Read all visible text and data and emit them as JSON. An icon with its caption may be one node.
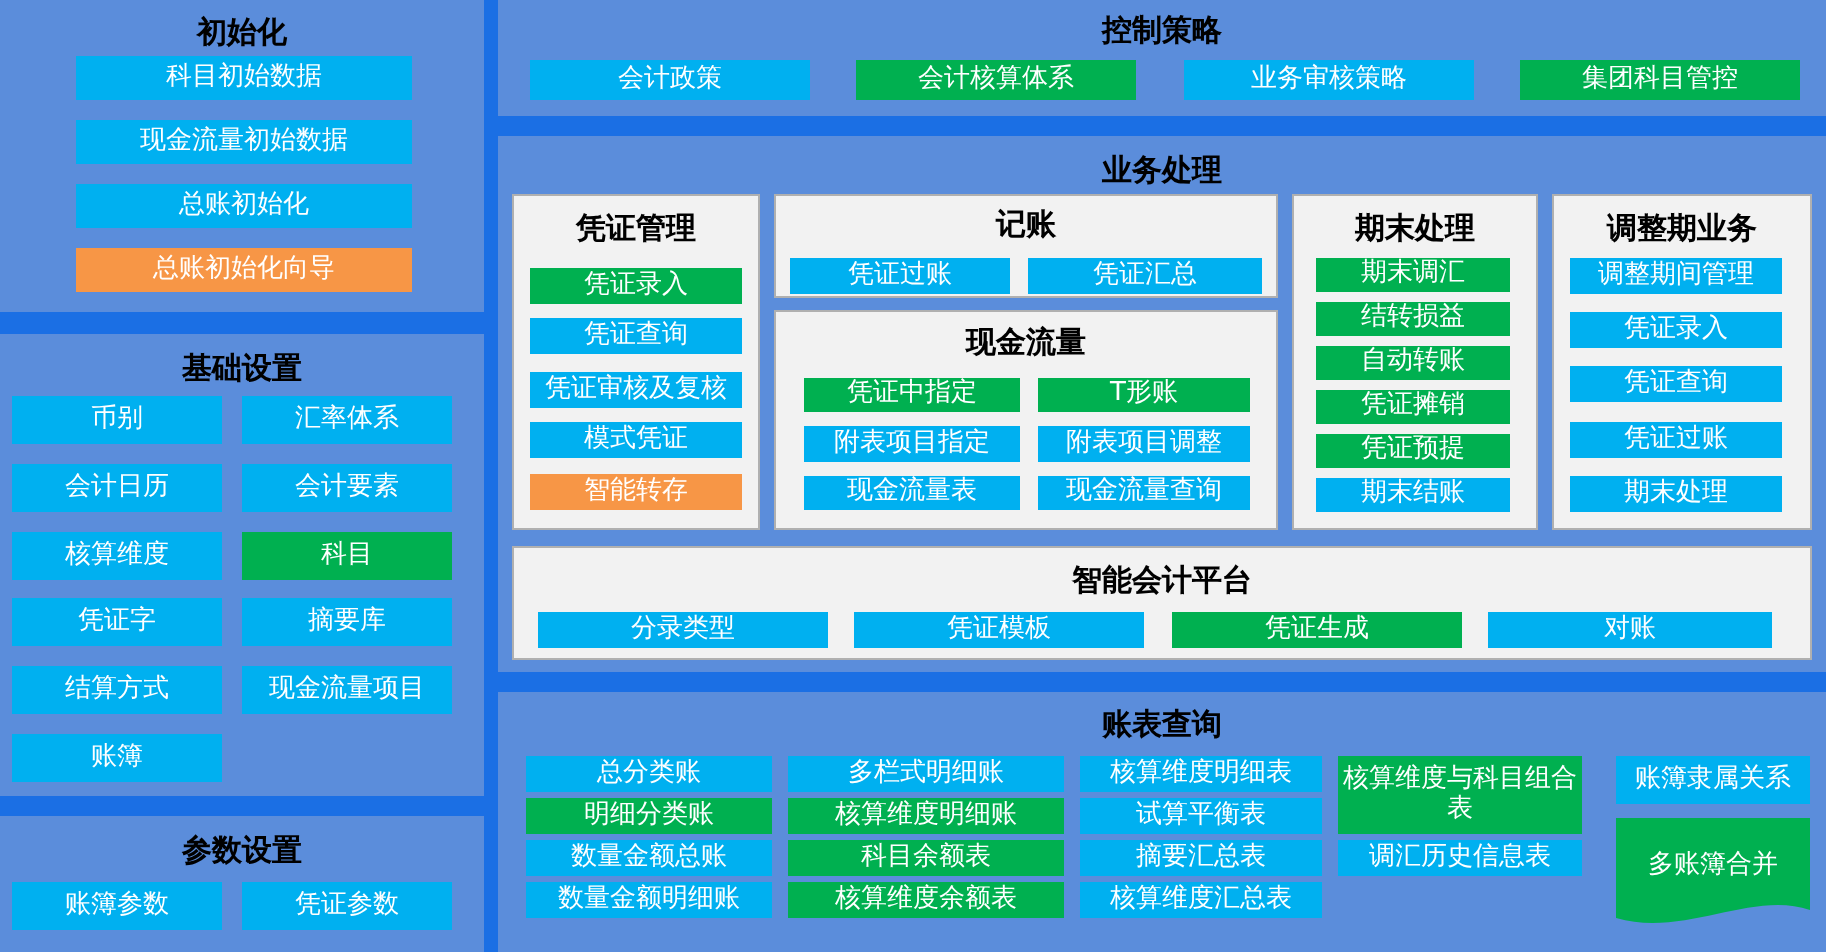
{
  "diagram": {
    "nodes": [
      {
        "text": [
          "初始化"
        ]
      },
      {
        "text": [
          "科目初始数据"
        ],
        "in": 0
      },
      {
        "text": [
          "现金流量初始数据"
        ],
        "in": 0
      },
      {
        "text": [
          "总账初始化"
        ],
        "in": 0
      },
      {
        "text": [
          "总账初始化向导"
        ],
        "in": 0
      },
      {
        "text": [
          "基础设置"
        ]
      },
      {
        "text": [
          "币别"
        ],
        "in": 5
      },
      {
        "text": [
          "汇率体系"
        ],
        "in": 5
      },
      {
        "text": [
          "会计日历"
        ],
        "in": 5
      },
      {
        "text": [
          "会计要素"
        ],
        "in": 5
      },
      {
        "text": [
          "核算维度"
        ],
        "in": 5
      },
      {
        "text": [
          "科目"
        ],
        "in": 5
      },
      {
        "text": [
          "凭证字"
        ],
        "in": 5
      },
      {
        "text": [
          "摘要库"
        ],
        "in": 5
      },
      {
        "text": [
          "结算方式"
        ],
        "in": 5
      },
      {
        "text": [
          "现金流量项目"
        ],
        "in": 5
      },
      {
        "text": [
          "账簿"
        ],
        "in": 5
      },
      {
        "text": [
          "参数设置"
        ]
      },
      {
        "text": [
          "账簿参数"
        ],
        "in": 17
      },
      {
        "text": [
          "凭证参数"
        ],
        "in": 17
      },
      {
        "text": [
          "控制策略"
        ]
      },
      {
        "text": [
          "会计政策"
        ],
        "in": 20
      },
      {
        "text": [
          "会计核算体系"
        ],
        "in": 20
      },
      {
        "text": [
          "业务审核策略"
        ],
        "in": 20
      },
      {
        "text": [
          "集团科目管控"
        ],
        "in": 20
      },
      {
        "text": [
          "业务处理"
        ]
      },
      {
        "text": [
          "凭证管理"
        ],
        "in": 25
      },
      {
        "text": [
          "凭证录入"
        ],
        "in": 26
      },
      {
        "text": [
          "凭证查询"
        ],
        "in": 26
      },
      {
        "text": [
          "凭证审核及复核"
        ],
        "in": 26
      },
      {
        "text": [
          "模式凭证"
        ],
        "in": 26
      },
      {
        "text": [
          "智能转存"
        ],
        "in": 26
      },
      {
        "text": [
          "记账"
        ],
        "in": 25
      },
      {
        "text": [
          "凭证过账"
        ],
        "in": 32
      },
      {
        "text": [
          "凭证汇总"
        ],
        "in": 32
      },
      {
        "text": [
          "现金流量"
        ],
        "in": 25
      },
      {
        "text": [
          "凭证中指定"
        ],
        "in": 35
      },
      {
        "text": [
          "T形账"
        ],
        "in": 35
      },
      {
        "text": [
          "附表项目指定"
        ],
        "in": 35
      },
      {
        "text": [
          "附表项目调整"
        ],
        "in": 35
      },
      {
        "text": [
          "现金流量表"
        ],
        "in": 35
      },
      {
        "text": [
          "现金流量查询"
        ],
        "in": 35
      },
      {
        "text": [
          "期末处理"
        ],
        "in": 25
      },
      {
        "text": [
          "期末调汇"
        ],
        "in": 42
      },
      {
        "text": [
          "结转损益"
        ],
        "in": 42
      },
      {
        "text": [
          "自动转账"
        ],
        "in": 42
      },
      {
        "text": [
          "凭证摊销"
        ],
        "in": 42
      },
      {
        "text": [
          "凭证预提"
        ],
        "in": 42
      },
      {
        "text": [
          "期末结账"
        ],
        "in": 42
      },
      {
        "text": [
          "调整期业务"
        ],
        "in": 25
      },
      {
        "text": [
          "调整期间管理"
        ],
        "in": 49
      },
      {
        "text": [
          "凭证录入"
        ],
        "in": 49
      },
      {
        "text": [
          "凭证查询"
        ],
        "in": 49
      },
      {
        "text": [
          "凭证过账"
        ],
        "in": 49
      },
      {
        "text": [
          "期末处理"
        ],
        "in": 49
      },
      {
        "text": [
          "智能会计平台"
        ],
        "in": 25
      },
      {
        "text": [
          "分录类型"
        ],
        "in": 55
      },
      {
        "text": [
          "凭证模板"
        ],
        "in": 55
      },
      {
        "text": [
          "凭证生成"
        ],
        "in": 55
      },
      {
        "text": [
          "对账"
        ],
        "in": 55
      },
      {
        "text": [
          "账表查询"
        ]
      },
      {
        "text": [
          "总分类账"
        ],
        "in": 60
      },
      {
        "text": [
          "多栏式明细账"
        ],
        "in": 60
      },
      {
        "text": [
          "核算维度明细表"
        ],
        "in": 60
      },
      {
        "text": [
          "核算维度与科目组合表"
        ],
        "in": 60
      },
      {
        "text": [
          "账簿隶属关系"
        ],
        "in": 60
      },
      {
        "text": [
          "明细分类账"
        ],
        "in": 60
      },
      {
        "text": [
          "核算维度明细账"
        ],
        "in": 60
      },
      {
        "text": [
          "试算平衡表"
        ],
        "in": 60
      },
      {
        "text": [
          "多账簿合并"
        ],
        "in": 60
      },
      {
        "text": [
          "数量金额总账"
        ],
        "in": 60
      },
      {
        "text": [
          "科目余额表"
        ],
        "in": 60
      },
      {
        "text": [
          "摘要汇总表"
        ],
        "in": 60
      },
      {
        "text": [
          "调汇历史信息表"
        ],
        "in": 60
      },
      {
        "text": [
          "数量金额明细账"
        ],
        "in": 60
      },
      {
        "text": [
          "核算维度余额表"
        ],
        "in": 60
      },
      {
        "text": [
          "核算维度汇总表"
        ],
        "in": 60
      }
    ]
  }
}
